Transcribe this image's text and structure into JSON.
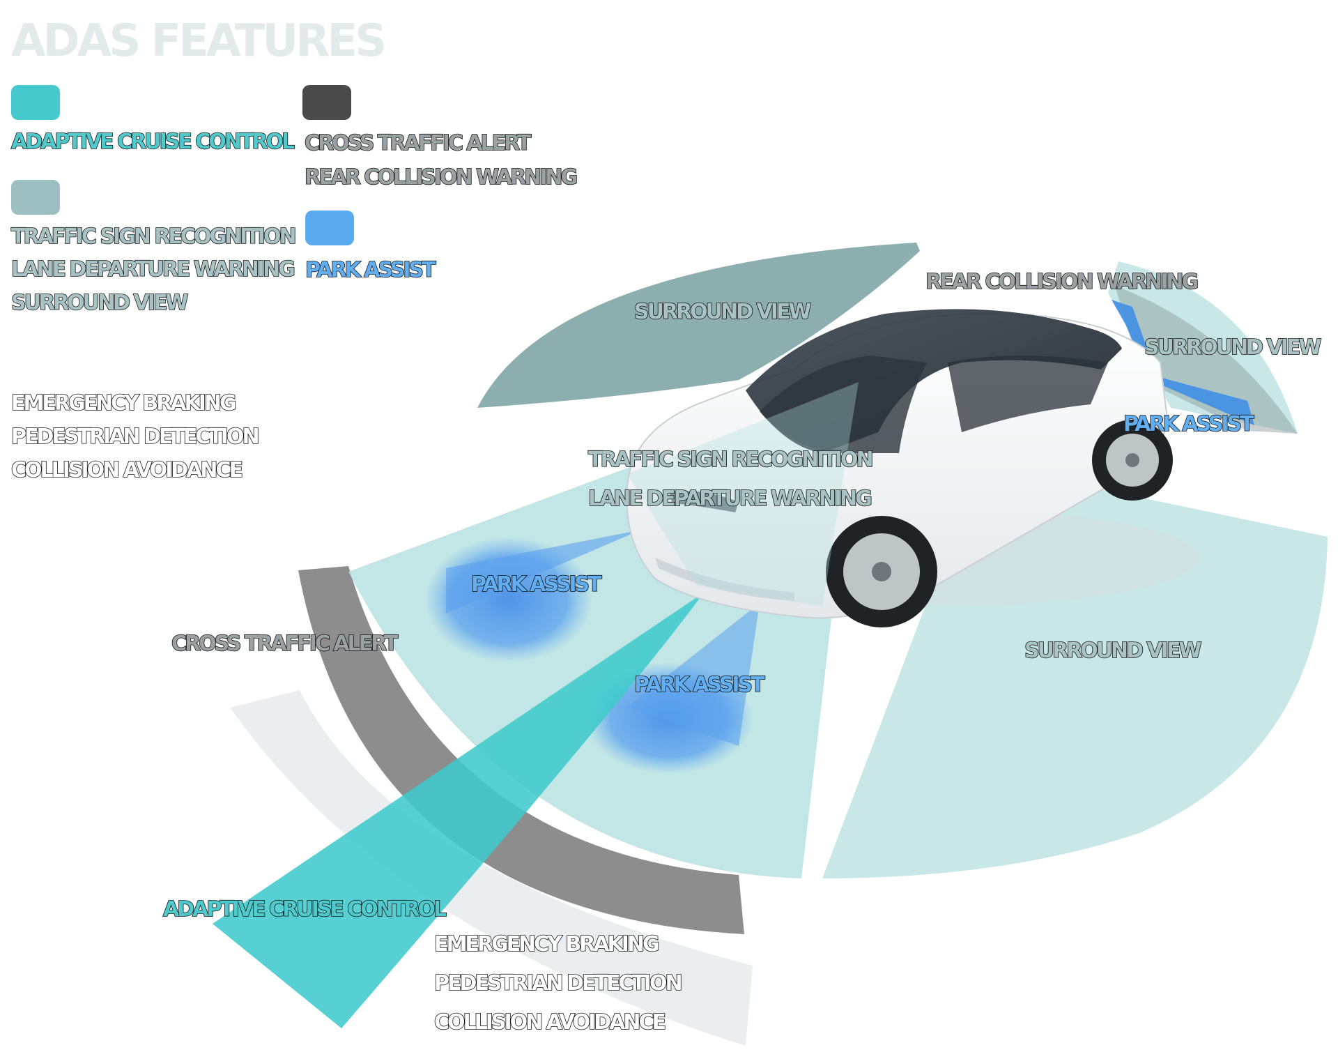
{
  "title": "ADAS FEATURES",
  "colors": {
    "acc": "#46c9cd",
    "grey_light": "#9dbfc2",
    "dark": "#4a4a4a",
    "blue": "#5aaaf0",
    "surround": "#7ea6a6",
    "surround_light": "#bfe3e3",
    "cross": "#8a8a8a",
    "emergency": "#eef0f1"
  },
  "legend": {
    "acc": {
      "lines": [
        "ADAPTIVE CRUISE CONTROL"
      ]
    },
    "light": {
      "lines": [
        "TRAFFIC SIGN RECOGNITION",
        "LANE DEPARTURE WARNING",
        "SURROUND VIEW"
      ]
    },
    "dark": {
      "lines": [
        "CROSS TRAFFIC ALERT",
        "REAR COLLISION WARNING"
      ]
    },
    "blue": {
      "lines": [
        "PARK ASSIST"
      ]
    },
    "white": {
      "lines": [
        "EMERGENCY BRAKING",
        "PEDESTRIAN DETECTION",
        "COLLISION AVOIDANCE"
      ]
    }
  },
  "zones": {
    "surround_top": "SURROUND VIEW",
    "rear_collision": "REAR COLLISION WARNING",
    "surround_rear": "SURROUND VIEW",
    "park_rear": "PARK ASSIST",
    "traffic_sign": "TRAFFIC SIGN RECOGNITION",
    "lane_departure": "LANE DEPARTURE WARNING",
    "park_front_left": "PARK ASSIST",
    "cross_traffic": "CROSS TRAFFIC ALERT",
    "park_front": "PARK ASSIST",
    "surround_right": "SURROUND VIEW",
    "acc": "ADAPTIVE CRUISE CONTROL",
    "emergency": "EMERGENCY BRAKING",
    "pedestrian": "PEDESTRIAN DETECTION",
    "collision": "COLLISION AVOIDANCE"
  }
}
